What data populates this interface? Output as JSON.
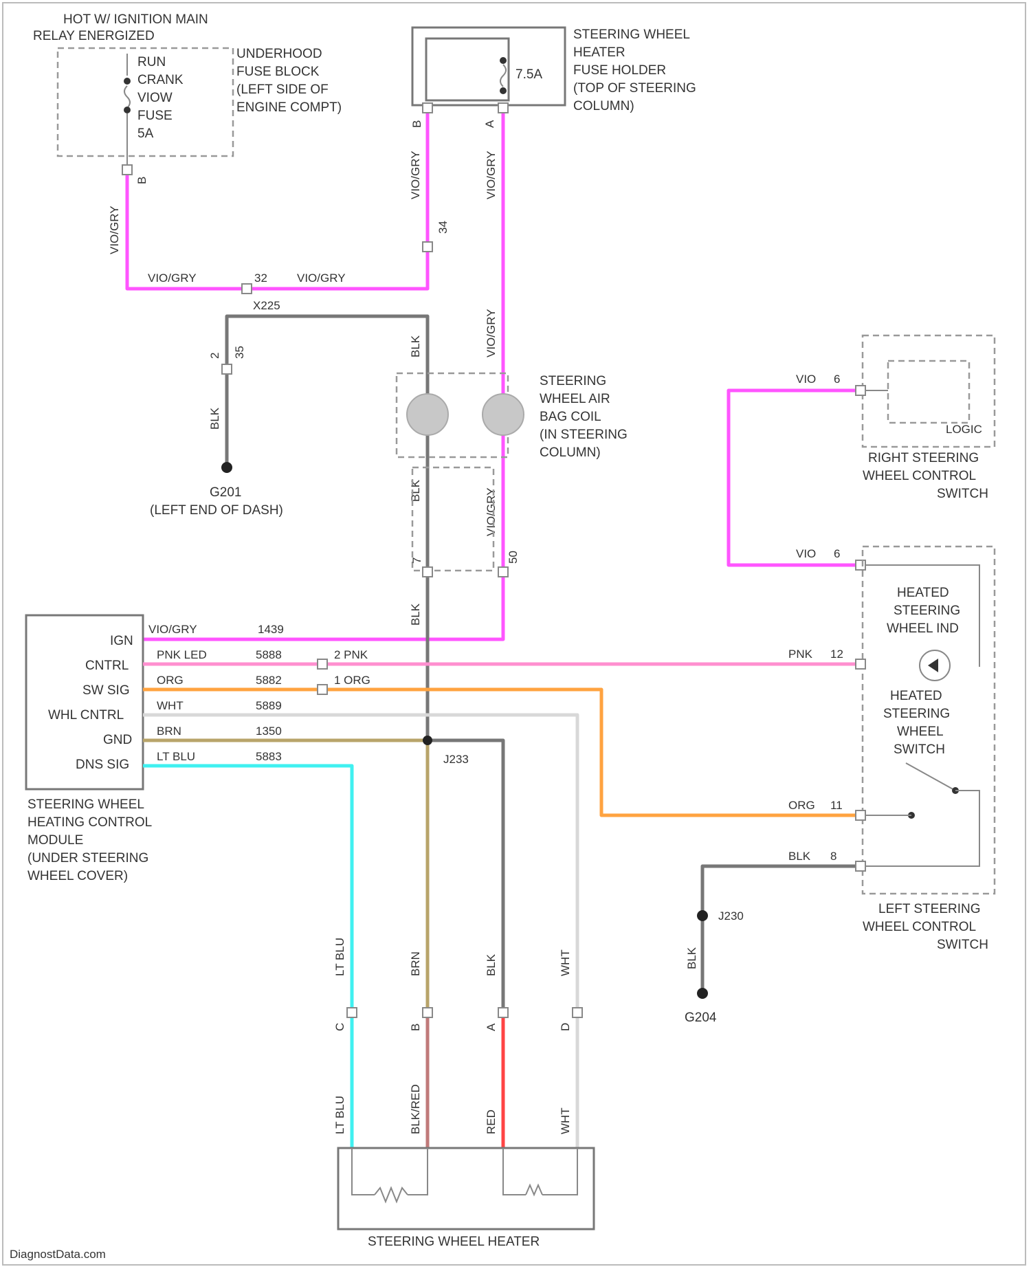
{
  "colors": {
    "violet_gray": "#ff55ff",
    "pink_led": "#ff8fcf",
    "orange": "#ffa340",
    "white": "#d8d8d8",
    "brown": "#b8a46a",
    "light_blue": "#40f0f0",
    "black": "#777777",
    "red": "#ff4444",
    "black_red": "#c07a7a"
  },
  "components": {
    "ignition_note": [
      "HOT W/ IGNITION MAIN",
      "RELAY ENERGIZED"
    ],
    "fuse_block_inner": [
      "RUN",
      "CRANK",
      "VIOW",
      "FUSE",
      "5A"
    ],
    "fuse_block_label": [
      "UNDERHOOD",
      "FUSE BLOCK",
      "(LEFT SIDE OF",
      "ENGINE COMPT)"
    ],
    "fuse_holder_value": "7.5A",
    "fuse_holder_label": [
      "STEERING WHEEL",
      "HEATER",
      "FUSE HOLDER",
      "(TOP OF STEERING",
      "COLUMN)"
    ],
    "air_bag_coil_label": [
      "STEERING",
      "WHEEL AIR",
      "BAG COIL",
      "(IN STEERING",
      "COLUMN)"
    ],
    "ground_g201": [
      "G201",
      "(LEFT END OF DASH)"
    ],
    "right_switch_logic": "LOGIC",
    "right_switch_label": [
      "RIGHT STEERING",
      "WHEEL CONTROL",
      "SWITCH"
    ],
    "left_switch_ind": [
      "HEATED",
      "STEERING",
      "WHEEL IND"
    ],
    "left_switch_sw": [
      "HEATED",
      "STEERING",
      "WHEEL",
      "SWITCH"
    ],
    "left_switch_label": [
      "LEFT STEERING",
      "WHEEL CONTROL",
      "SWITCH"
    ],
    "module_pins": [
      "IGN",
      "CNTRL",
      "SW SIG",
      "WHL CNTRL",
      "GND",
      "DNS SIG"
    ],
    "module_label": [
      "STEERING WHEEL",
      "HEATING CONTROL",
      "MODULE",
      "(UNDER STEERING",
      "WHEEL COVER)"
    ],
    "heater_label": "STEERING WHEEL HEATER",
    "ground_g204": "G204",
    "splice_j233": "J233",
    "splice_j230": "J230",
    "splice_x225": "X225"
  },
  "wire_labels": {
    "vio_gry": "VIO/GRY",
    "blk": "BLK",
    "vio": "VIO",
    "pink": "PNK",
    "org": "ORG",
    "lt_blu": "LT BLU",
    "brn": "BRN",
    "wht": "WHT",
    "blk_red": "BLK/RED",
    "red": "RED",
    "pnk_led": "PNK LED",
    "circuit_1439": "1439",
    "circuit_5888a": "5888",
    "circuit_5882": "5882",
    "circuit_5889": "5889",
    "circuit_1350": "1350",
    "circuit_5883": "5883",
    "pnk_2": "2 PNK",
    "org_1": "1 ORG",
    "pin_12": "12",
    "pin_11": "11",
    "pin_6": "6",
    "pin_8": "8",
    "pin_b": "B",
    "pin_a": "A",
    "pin_c": "C",
    "pin_d": "D",
    "pin_50": "50",
    "pin_32": "32",
    "pin_34": "34",
    "pin_35": "35",
    "pin_7": "7",
    "pin_2": "2",
    "pin_1": "1"
  },
  "footer": "DiagnostData.com"
}
